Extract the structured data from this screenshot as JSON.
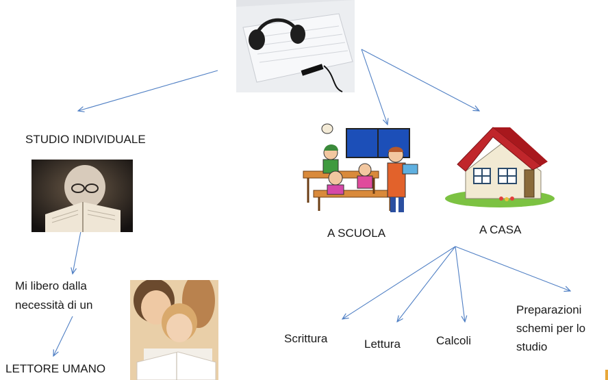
{
  "nodes": {
    "studio_individuale": "STUDIO INDIVIDUALE",
    "liberazione": "Mi libero dalla\nnecessità di un",
    "lettore_umano": "LETTORE UMANO",
    "a_scuola": "A SCUOLA",
    "a_casa": "A CASA",
    "scrittura": "Scrittura",
    "lettura": "Lettura",
    "calcoli": "Calcoli",
    "preparazioni": "Preparazioni\nschemi per lo\nstudio"
  },
  "pictures": {
    "laptop": "laptop-with-headphones-photo",
    "baby_reading": "baby-reading-book-photo",
    "parent_child_reading": "parent-and-child-reading-photo",
    "classroom": "classroom-clipart",
    "house": "house-clipart"
  },
  "colors": {
    "arrow": "#4f7fc4",
    "roof": "#c0262b",
    "board": "#1c4fb8"
  }
}
